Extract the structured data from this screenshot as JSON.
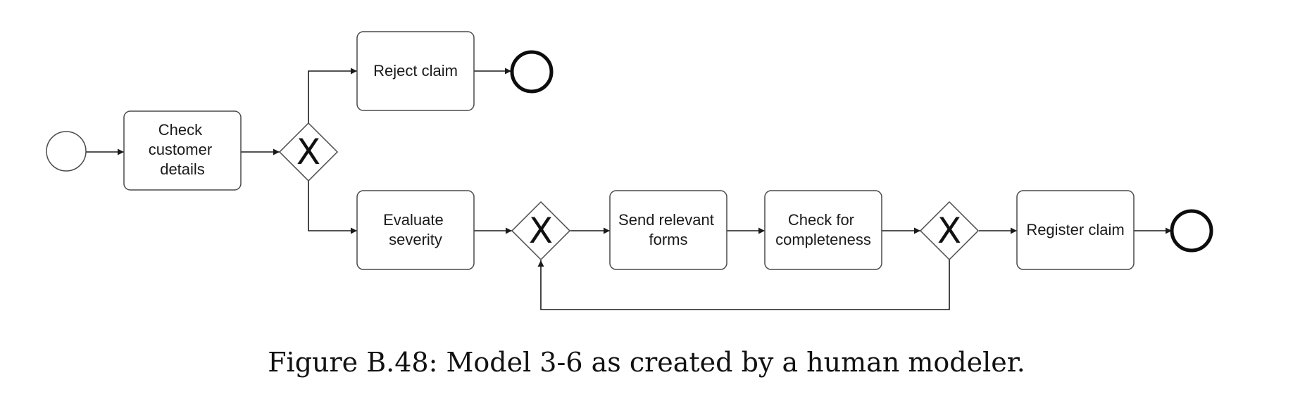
{
  "diagram": {
    "tasks": {
      "check_customer_details": [
        "Check",
        "customer",
        "details"
      ],
      "reject_claim": [
        "Reject claim"
      ],
      "evaluate_severity": [
        "Evaluate",
        "severity"
      ],
      "send_relevant_forms": [
        "Send relevant",
        "forms"
      ],
      "check_for_completeness": [
        "Check for",
        "completeness"
      ],
      "register_claim": [
        "Register claim"
      ]
    },
    "gateway_marker": "X"
  },
  "caption": "Figure B.48: Model 3-6 as created by a human modeler."
}
